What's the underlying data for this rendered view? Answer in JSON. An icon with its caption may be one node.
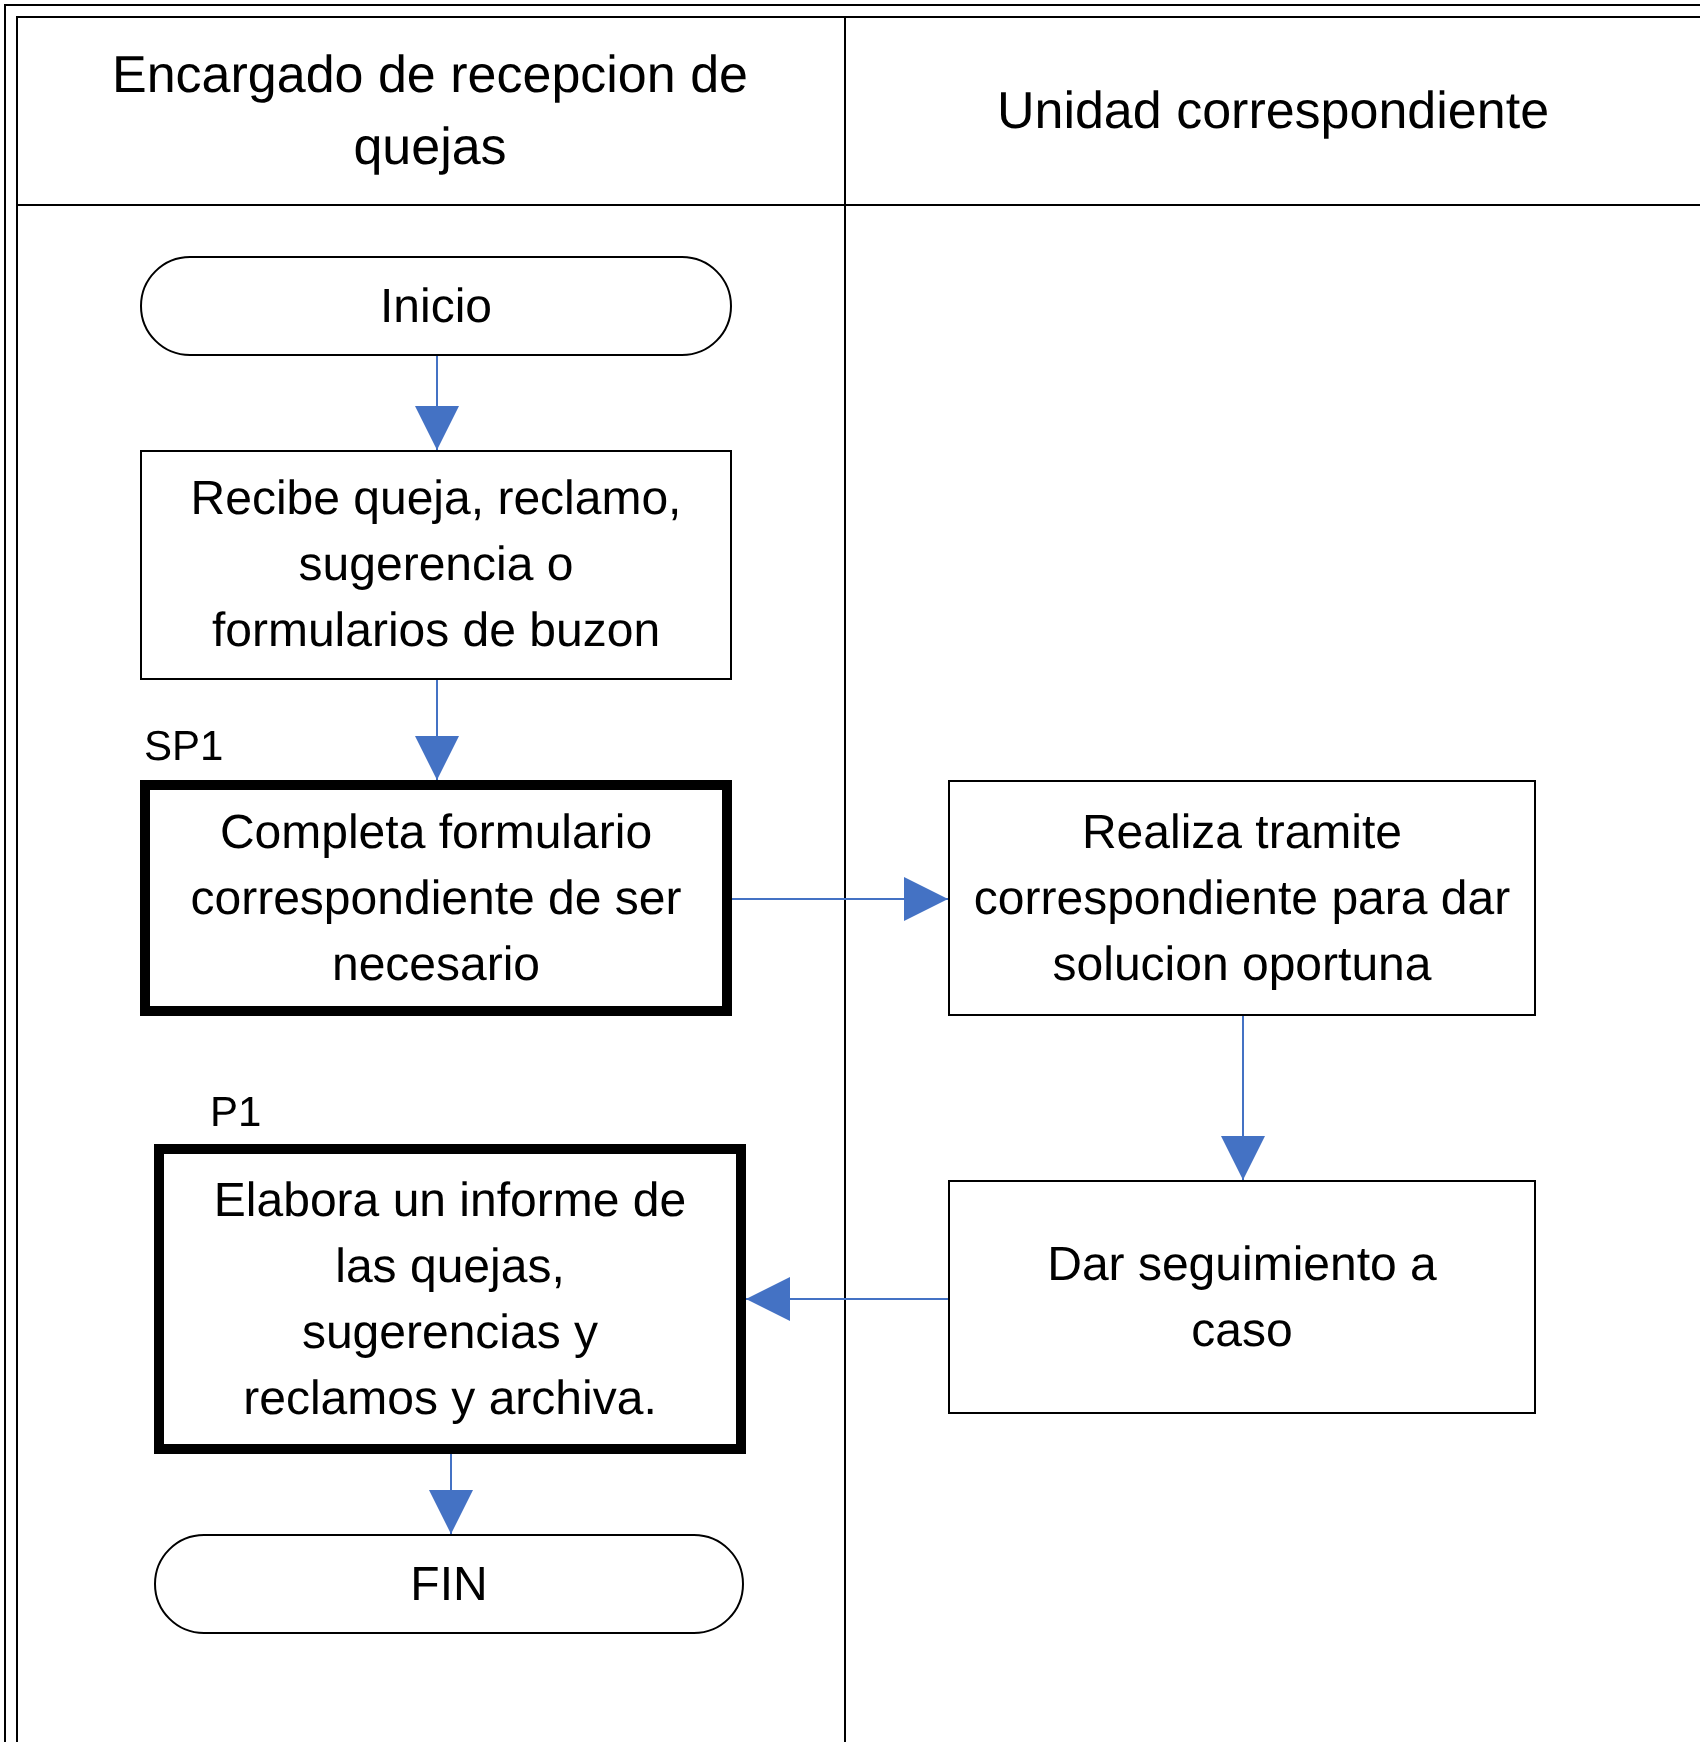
{
  "diagram": {
    "nodes": [
      {
        "text": [
          "Encargado de recepcion de quejas"
        ]
      },
      {
        "text": [
          "Unidad correspondiente"
        ]
      },
      {
        "text": [
          "Inicio"
        ],
        "in": 0
      },
      {
        "text": [
          "Recibe queja, reclamo, sugerencia o formularios de buzon"
        ],
        "in": 0
      },
      {
        "text": [
          "Completa formulario correspondiente de ser necesario"
        ],
        "in": 0,
        "beside": [
          "SP1"
        ]
      },
      {
        "text": [
          "Realiza tramite correspondiente para dar solucion oportuna"
        ],
        "in": 1
      },
      {
        "text": [
          "Dar seguimiento a caso"
        ],
        "in": 1
      },
      {
        "text": [
          "Elabora un informe de las quejas, sugerencias y reclamos y archiva."
        ],
        "in": 0,
        "beside": [
          "P1"
        ]
      },
      {
        "text": [
          "FIN"
        ],
        "in": 0
      }
    ],
    "edges": [
      {
        "from": 2,
        "to": 3,
        "arrow": "to"
      },
      {
        "from": 3,
        "to": 4,
        "arrow": "to"
      },
      {
        "from": 4,
        "to": 5,
        "arrow": "to"
      },
      {
        "from": 5,
        "to": 6,
        "arrow": "to"
      },
      {
        "from": 6,
        "to": 7,
        "arrow": "to"
      },
      {
        "from": 7,
        "to": 8,
        "arrow": "to"
      }
    ]
  }
}
